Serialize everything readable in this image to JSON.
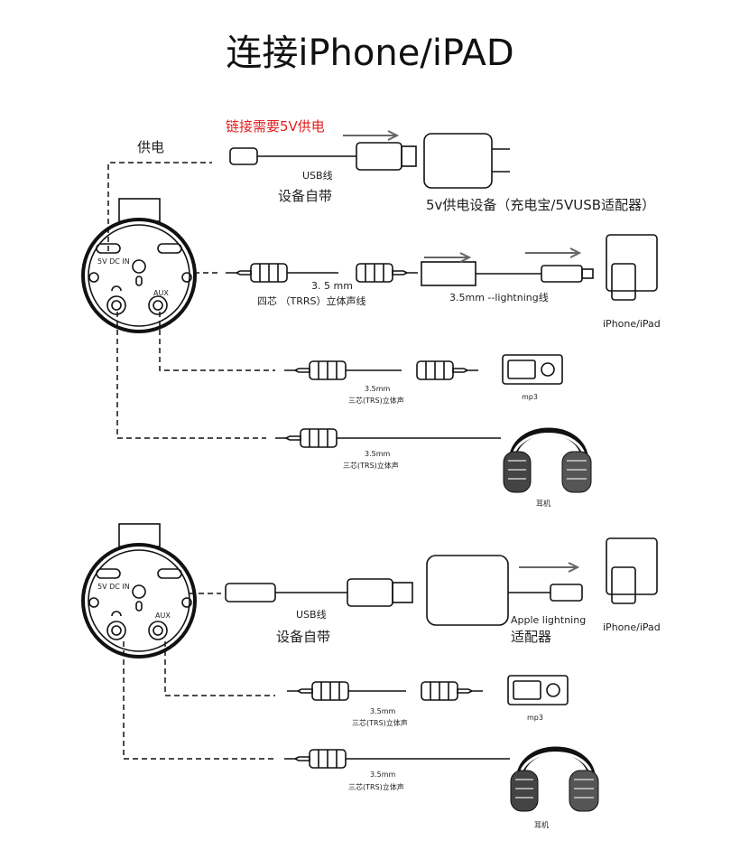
{
  "title": "连接iPhone/iPAD",
  "top": {
    "power_note": "链接需要5V供电",
    "power_label": "供电",
    "usb_cable": "USB线",
    "included": "设备自带",
    "power_device": "5v供电设备（充电宝/5VUSB适配器）",
    "trrs_size": "3. 5  mm",
    "trrs_cable": "四芯 （TRRS）立体声线",
    "lightning_cable": "3.5mm --lightning线",
    "device": "iPhone/iPad",
    "trs_size_1": "3.5mm",
    "trs_cable_1": "三芯(TRS)立体声",
    "mp3": "mp3",
    "trs_size_2": "3.5mm",
    "trs_cable_2": "三芯(TRS)立体声",
    "headphones": "耳机"
  },
  "bottom": {
    "usb_cable": "USB线",
    "included": "设备自带",
    "adapter_1": "Apple lightning",
    "adapter_2": "适配器",
    "device": "iPhone/iPad",
    "trs_size_1": "3.5mm",
    "trs_cable_1": "三芯(TRS)立体声",
    "mp3": "mp3",
    "trs_size_2": "3.5mm",
    "trs_cable_2": "三芯(TRS)立体声",
    "headphones": "耳机"
  },
  "mixer": {
    "dc_in": "5V DC IN",
    "aux": "AUX"
  },
  "colors": {
    "accent": "#e02020",
    "line": "#111111",
    "arrow": "#666666"
  }
}
